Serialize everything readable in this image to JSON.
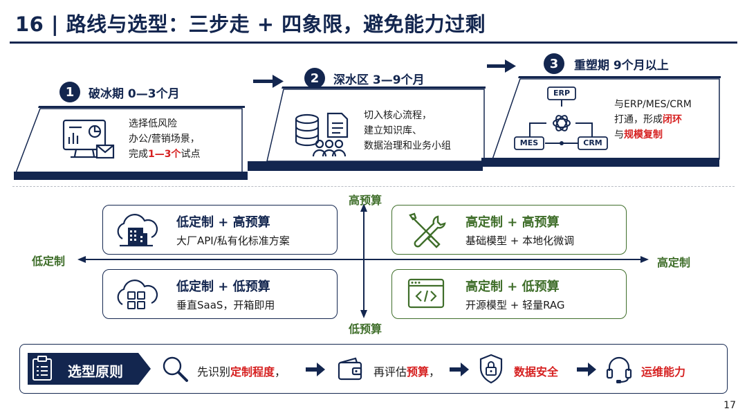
{
  "title": "16 | 路线与选型：三步走 + 四象限，避免能力过剩",
  "steps": [
    {
      "num": "1",
      "label": "破冰期  0—3个月",
      "line1": "选择低风险",
      "line2": "办公/营销场景，",
      "line3_pre": "完成",
      "line3_red": "1—3个",
      "line3_post": "试点",
      "icon": "dashboard-monitor-icon"
    },
    {
      "num": "2",
      "label": "深水区  3—9个月",
      "line1": "切入核心流程，",
      "line2": "建立知识库、",
      "line3": "数据治理和业务小组",
      "icon": "database-document-team-icon"
    },
    {
      "num": "3",
      "label": "重塑期  9个月以上",
      "line1": "与ERP/MES/CRM",
      "line2_pre": "打通，形成",
      "line2_red": "闭环",
      "line3_pre": "与",
      "line3_red": "规模复制",
      "icon": "erp-mes-crm-network-icon",
      "nodes": {
        "top": "ERP",
        "left": "MES",
        "right": "CRM"
      }
    }
  ],
  "quadrant": {
    "axis": {
      "top": "高预算",
      "bottom": "低预算",
      "left": "低定制",
      "right": "高定制"
    },
    "boxes": [
      {
        "title": "低定制 + 高预算",
        "sub": "大厂API/私有化标准方案",
        "icon": "cloud-building-icon"
      },
      {
        "title": "高定制 + 高预算",
        "sub": "基础模型 + 本地化微调",
        "icon": "wrench-screwdriver-icon"
      },
      {
        "title": "低定制 + 低预算",
        "sub": "垂直SaaS，开箱即用",
        "icon": "cloud-apps-icon"
      },
      {
        "title": "高定制 + 低预算",
        "sub": "开源模型 + 轻量RAG",
        "icon": "code-window-icon"
      }
    ]
  },
  "principle": {
    "label": "选型原则",
    "s1_pre": "先识别",
    "s1_red": "定制程度",
    "s1_post": "，",
    "s2_pre": "再评估",
    "s2_red": "预算",
    "s2_post": "，",
    "s3_red": "数据安全",
    "s4_red": "运维能力"
  },
  "page_number": "17",
  "colors": {
    "navy": "#13264f",
    "green": "#3f6e2a",
    "red": "#d62020"
  }
}
